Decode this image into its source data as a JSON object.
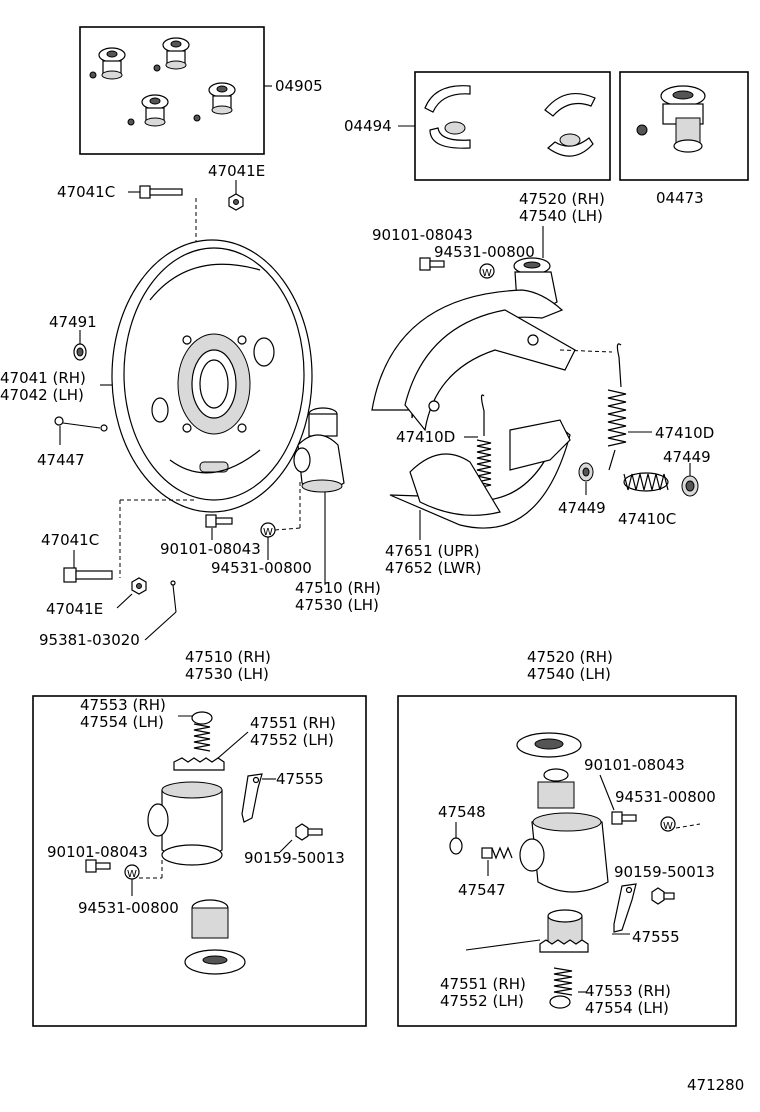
{
  "labels": {
    "p04905": "04905",
    "p04494": "04494",
    "p04473": "04473",
    "p47041E_top": "47041E",
    "p47041C_top": "47041C",
    "p47520_rh_top": "47520 (RH)",
    "p47540_lh_top": "47540 (LH)",
    "p90101_top": "90101-08043",
    "p94531_top": "94531-00800",
    "p47491": "47491",
    "p47041_rh": "47041 (RH)",
    "p47042_lh": "47042 (LH)",
    "p47447": "47447",
    "p47410D_right": "47410D",
    "p47410D_left": "47410D",
    "p47449_right": "47449",
    "p47449_mid": "47449",
    "p47410C": "47410C",
    "p47041C_low": "47041C",
    "p90101_mid": "90101-08043",
    "p94531_mid": "94531-00800",
    "p47651_upr": "47651 (UPR)",
    "p47652_lwr": "47652 (LWR)",
    "p47510_rh_mid": "47510 (RH)",
    "p47530_lh_mid": "47530 (LH)",
    "p47041E_low": "47041E",
    "p95381": "95381-03020",
    "p47510_rh_hdr": "47510 (RH)",
    "p47530_lh_hdr": "47530 (LH)",
    "p47520_rh_hdr": "47520 (RH)",
    "p47540_lh_hdr": "47540 (LH)",
    "p47553_rh_l": "47553 (RH)",
    "p47554_lh_l": "47554 (LH)",
    "p47551_rh_l": "47551 (RH)",
    "p47552_lh_l": "47552 (LH)",
    "p47555_l": "47555",
    "p90101_l": "90101-08043",
    "p90159_l": "90159-50013",
    "p94531_l": "94531-00800",
    "p90101_r": "90101-08043",
    "p94531_r": "94531-00800",
    "p47548": "47548",
    "p47547": "47547",
    "p90159_r": "90159-50013",
    "p47555_r": "47555",
    "p47551_rh_r": "47551 (RH)",
    "p47552_lh_r": "47552 (LH)",
    "p47553_rh_r": "47553 (RH)",
    "p47554_lh_r": "47554 (LH)",
    "washer_mark": "W",
    "diagram_no": "471280"
  }
}
